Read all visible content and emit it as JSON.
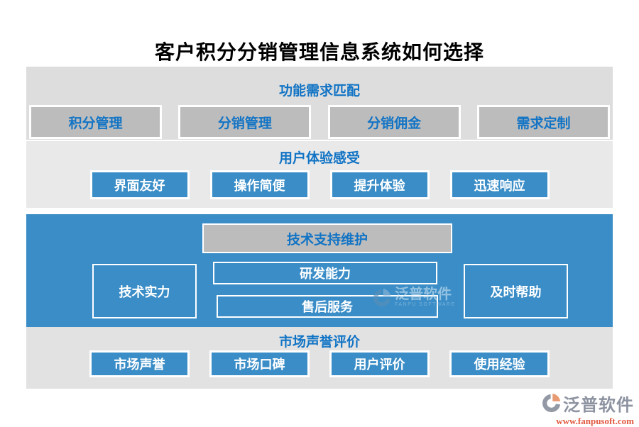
{
  "title": "客户积分分销管理信息系统如何选择",
  "colors": {
    "accent_blue": "#3a8dc7",
    "blue_text": "#1274c5",
    "gray_section": "#dddddd",
    "gray_section_light": "#e9e9e9",
    "gray_button": "#bcbcbc",
    "footer_brand_gray": "#8d93a0",
    "footer_url_orange": "#e25940"
  },
  "sections": [
    {
      "header": "功能需求匹配",
      "items": [
        "积分管理",
        "分销管理",
        "分销佣金",
        "需求定制"
      ]
    },
    {
      "header": "用户体验感受",
      "items": [
        "界面友好",
        "操作简便",
        "提升体验",
        "迅速响应"
      ]
    },
    {
      "header": "技术支持维护",
      "left": "技术实力",
      "middle": [
        "研发能力",
        "售后服务"
      ],
      "right": "及时帮助"
    },
    {
      "header": "市场声誉评价",
      "items": [
        "市场声誉",
        "市场口碑",
        "用户评价",
        "使用经验"
      ]
    }
  ],
  "watermark": {
    "icon": "fanpu-logo-icon",
    "brand": "泛普软件",
    "subtext": "FANPU SOFTWARE"
  },
  "footer_logo": {
    "icon": "fanpu-logo-icon",
    "brand": "泛普软件",
    "url": "www.fanpusoft.com"
  }
}
